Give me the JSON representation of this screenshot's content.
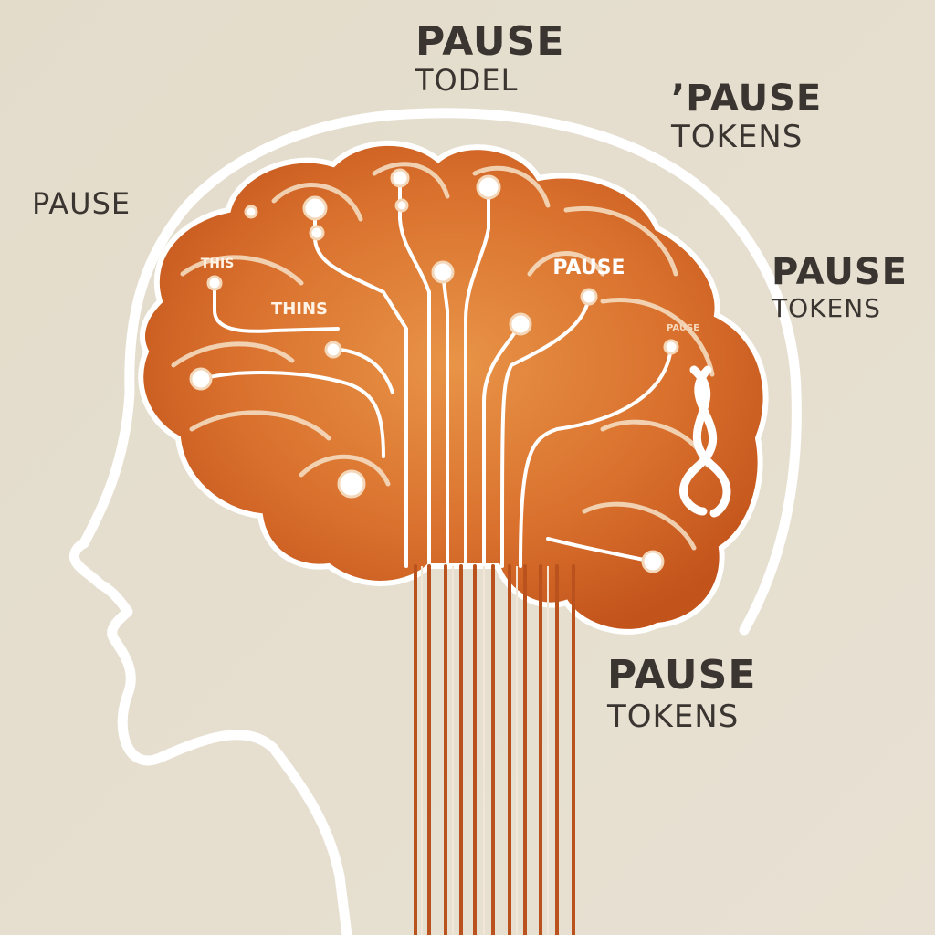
{
  "colors": {
    "background": "#e6dfd0",
    "brain_dark": "#c4561c",
    "brain_light": "#e68a3a",
    "outline": "#ffffff",
    "circuit_orange": "#b9521c",
    "text": "#3a3530"
  },
  "labels": {
    "top_center": {
      "line1": "PAUSE",
      "line2": "TODEL"
    },
    "top_right": {
      "line1": "’PAUSE",
      "line2": "TOKENS"
    },
    "left": {
      "line1": "PAUSE"
    },
    "mid_right": {
      "line1": "PAUSE",
      "line2": "TOKENS"
    },
    "bottom_right": {
      "line1": "PAUSE",
      "line2": "TOKENS"
    }
  },
  "brain_text": {
    "tl": "THIS",
    "mid": "THINS",
    "pause": "PAUSE",
    "small": "PAUSE"
  },
  "icons": {
    "dna": "dna-helix-icon",
    "node": "node-dot-icon"
  }
}
